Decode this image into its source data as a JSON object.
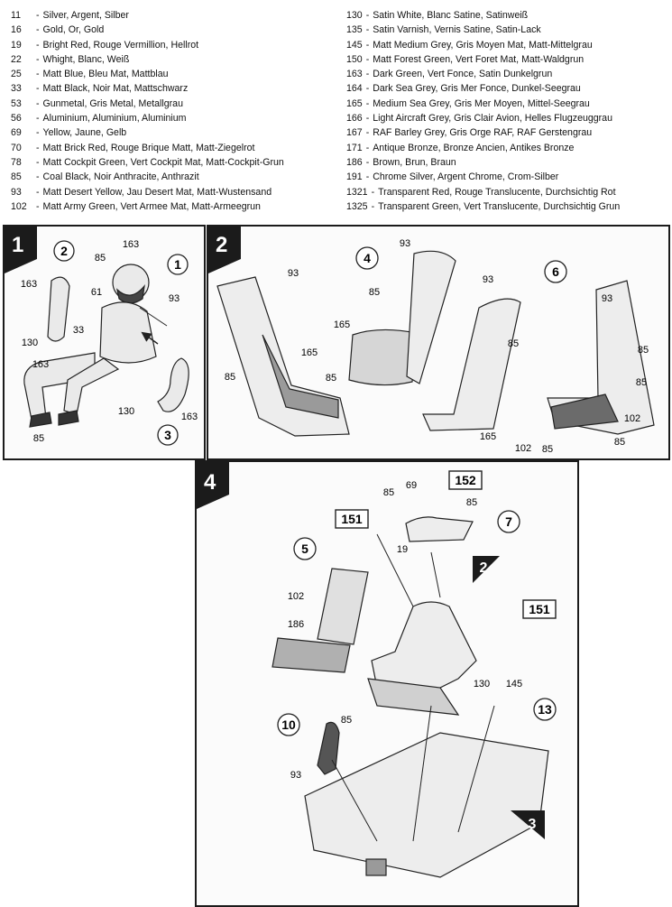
{
  "legend": {
    "left": [
      {
        "code": "11",
        "name": "Silver, Argent, Silber"
      },
      {
        "code": "16",
        "name": "Gold, Or, Gold"
      },
      {
        "code": "19",
        "name": "Bright Red, Rouge Vermillion, Hellrot"
      },
      {
        "code": "22",
        "name": "Whight, Blanc, Weiß"
      },
      {
        "code": "25",
        "name": "Matt Blue, Bleu Mat, Mattblau"
      },
      {
        "code": "33",
        "name": "Matt Black, Noir Mat, Mattschwarz"
      },
      {
        "code": "53",
        "name": "Gunmetal, Gris Metal, Metallgrau"
      },
      {
        "code": "56",
        "name": "Aluminium, Aluminium, Aluminium"
      },
      {
        "code": "69",
        "name": "Yellow, Jaune, Gelb"
      },
      {
        "code": "70",
        "name": "Matt Brick Red, Rouge Brique Matt, Matt-Ziegelrot"
      },
      {
        "code": "78",
        "name": "Matt Cockpit Green, Vert Cockpit Mat, Matt-Cockpit-Grun"
      },
      {
        "code": "85",
        "name": "Coal Black, Noir Anthracite, Anthrazit"
      },
      {
        "code": "93",
        "name": "Matt Desert Yellow, Jau Desert Mat, Matt-Wustensand"
      },
      {
        "code": "102",
        "name": "Matt Army Green, Vert Armee Mat, Matt-Armeegrun"
      }
    ],
    "right": [
      {
        "code": "130",
        "name": "Satin White, Blanc Satine, Satinweiß"
      },
      {
        "code": "135",
        "name": "Satin Varnish, Vernis Satine, Satin-Lack"
      },
      {
        "code": "145",
        "name": "Matt Medium Grey, Gris Moyen Mat, Matt-Mittelgrau"
      },
      {
        "code": "150",
        "name": "Matt Forest Green, Vert Foret Mat, Matt-Waldgrun"
      },
      {
        "code": "163",
        "name": "Dark Green, Vert Fonce, Satin Dunkelgrun"
      },
      {
        "code": "164",
        "name": "Dark Sea Grey, Gris Mer Fonce, Dunkel-Seegrau"
      },
      {
        "code": "165",
        "name": "Medium Sea Grey, Gris Mer Moyen, Mittel-Seegrau"
      },
      {
        "code": "166",
        "name": "Light Aircraft Grey, Gris Clair Avion, Helles Flugzeuggrau"
      },
      {
        "code": "167",
        "name": "RAF Barley Grey, Gris Orge RAF, RAF Gerstengrau"
      },
      {
        "code": "171",
        "name": "Antique Bronze, Bronze Ancien, Antikes Bronze"
      },
      {
        "code": "186",
        "name": "Brown, Brun, Braun"
      },
      {
        "code": "191",
        "name": "Chrome Silver, Argent Chrome, Crom-Silber"
      },
      {
        "code": "1321",
        "name": "Transparent Red, Rouge Translucente, Durchsichtig Rot"
      },
      {
        "code": "1325",
        "name": "Transparent Green, Vert Translucente, Durchsichtig Grun"
      }
    ]
  },
  "steps": {
    "s1": {
      "number": "1",
      "parts": [
        "1",
        "2",
        "3"
      ],
      "paint": [
        "163",
        "85",
        "61",
        "93",
        "163",
        "33",
        "130",
        "163",
        "85",
        "130",
        "163"
      ]
    },
    "s2": {
      "number": "2",
      "parts": [
        "4",
        "6"
      ],
      "paint": [
        "93",
        "85",
        "165",
        "85",
        "93",
        "85",
        "93",
        "165",
        "85",
        "93",
        "85",
        "85",
        "165",
        "102",
        "102",
        "85",
        "85"
      ]
    },
    "s4": {
      "number": "4",
      "parts": [
        "5",
        "7",
        "10",
        "13"
      ],
      "boxed": [
        "152",
        "151",
        "151"
      ],
      "refs": [
        "2",
        "3"
      ],
      "paint": [
        "85",
        "69",
        "85",
        "19",
        "102",
        "186",
        "130",
        "145",
        "85",
        "93"
      ]
    }
  }
}
